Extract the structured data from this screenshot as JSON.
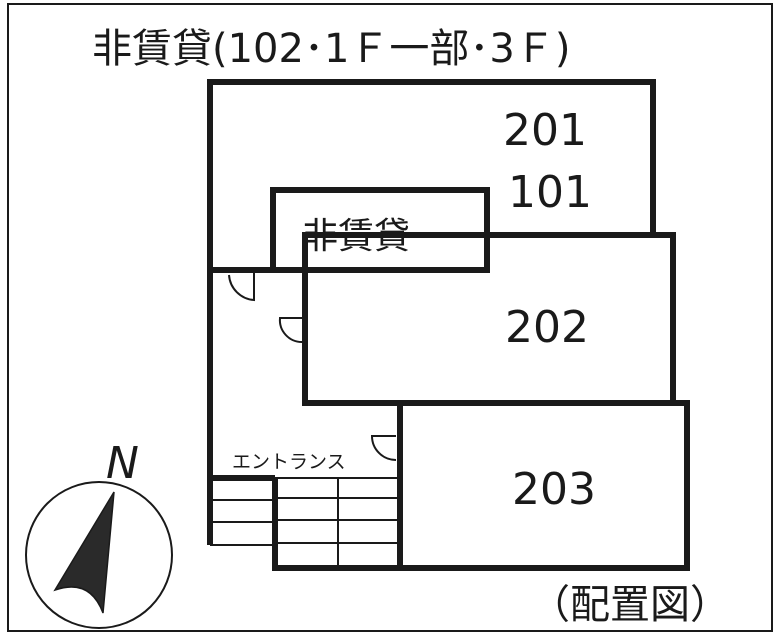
{
  "title": "非賃貸(102･1Ｆ一部･3Ｆ)",
  "caption": "（配置図）",
  "units": [
    {
      "label_top": "201",
      "label_bottom": "101"
    },
    {
      "label": "非賃貸"
    },
    {
      "label": "202"
    },
    {
      "label": "203"
    }
  ],
  "entrance_label": "エントランス",
  "compass": {
    "label": "N",
    "icon": "north-arrow-icon"
  },
  "colors": {
    "ink": "#1a1a1a",
    "background": "#ffffff"
  }
}
